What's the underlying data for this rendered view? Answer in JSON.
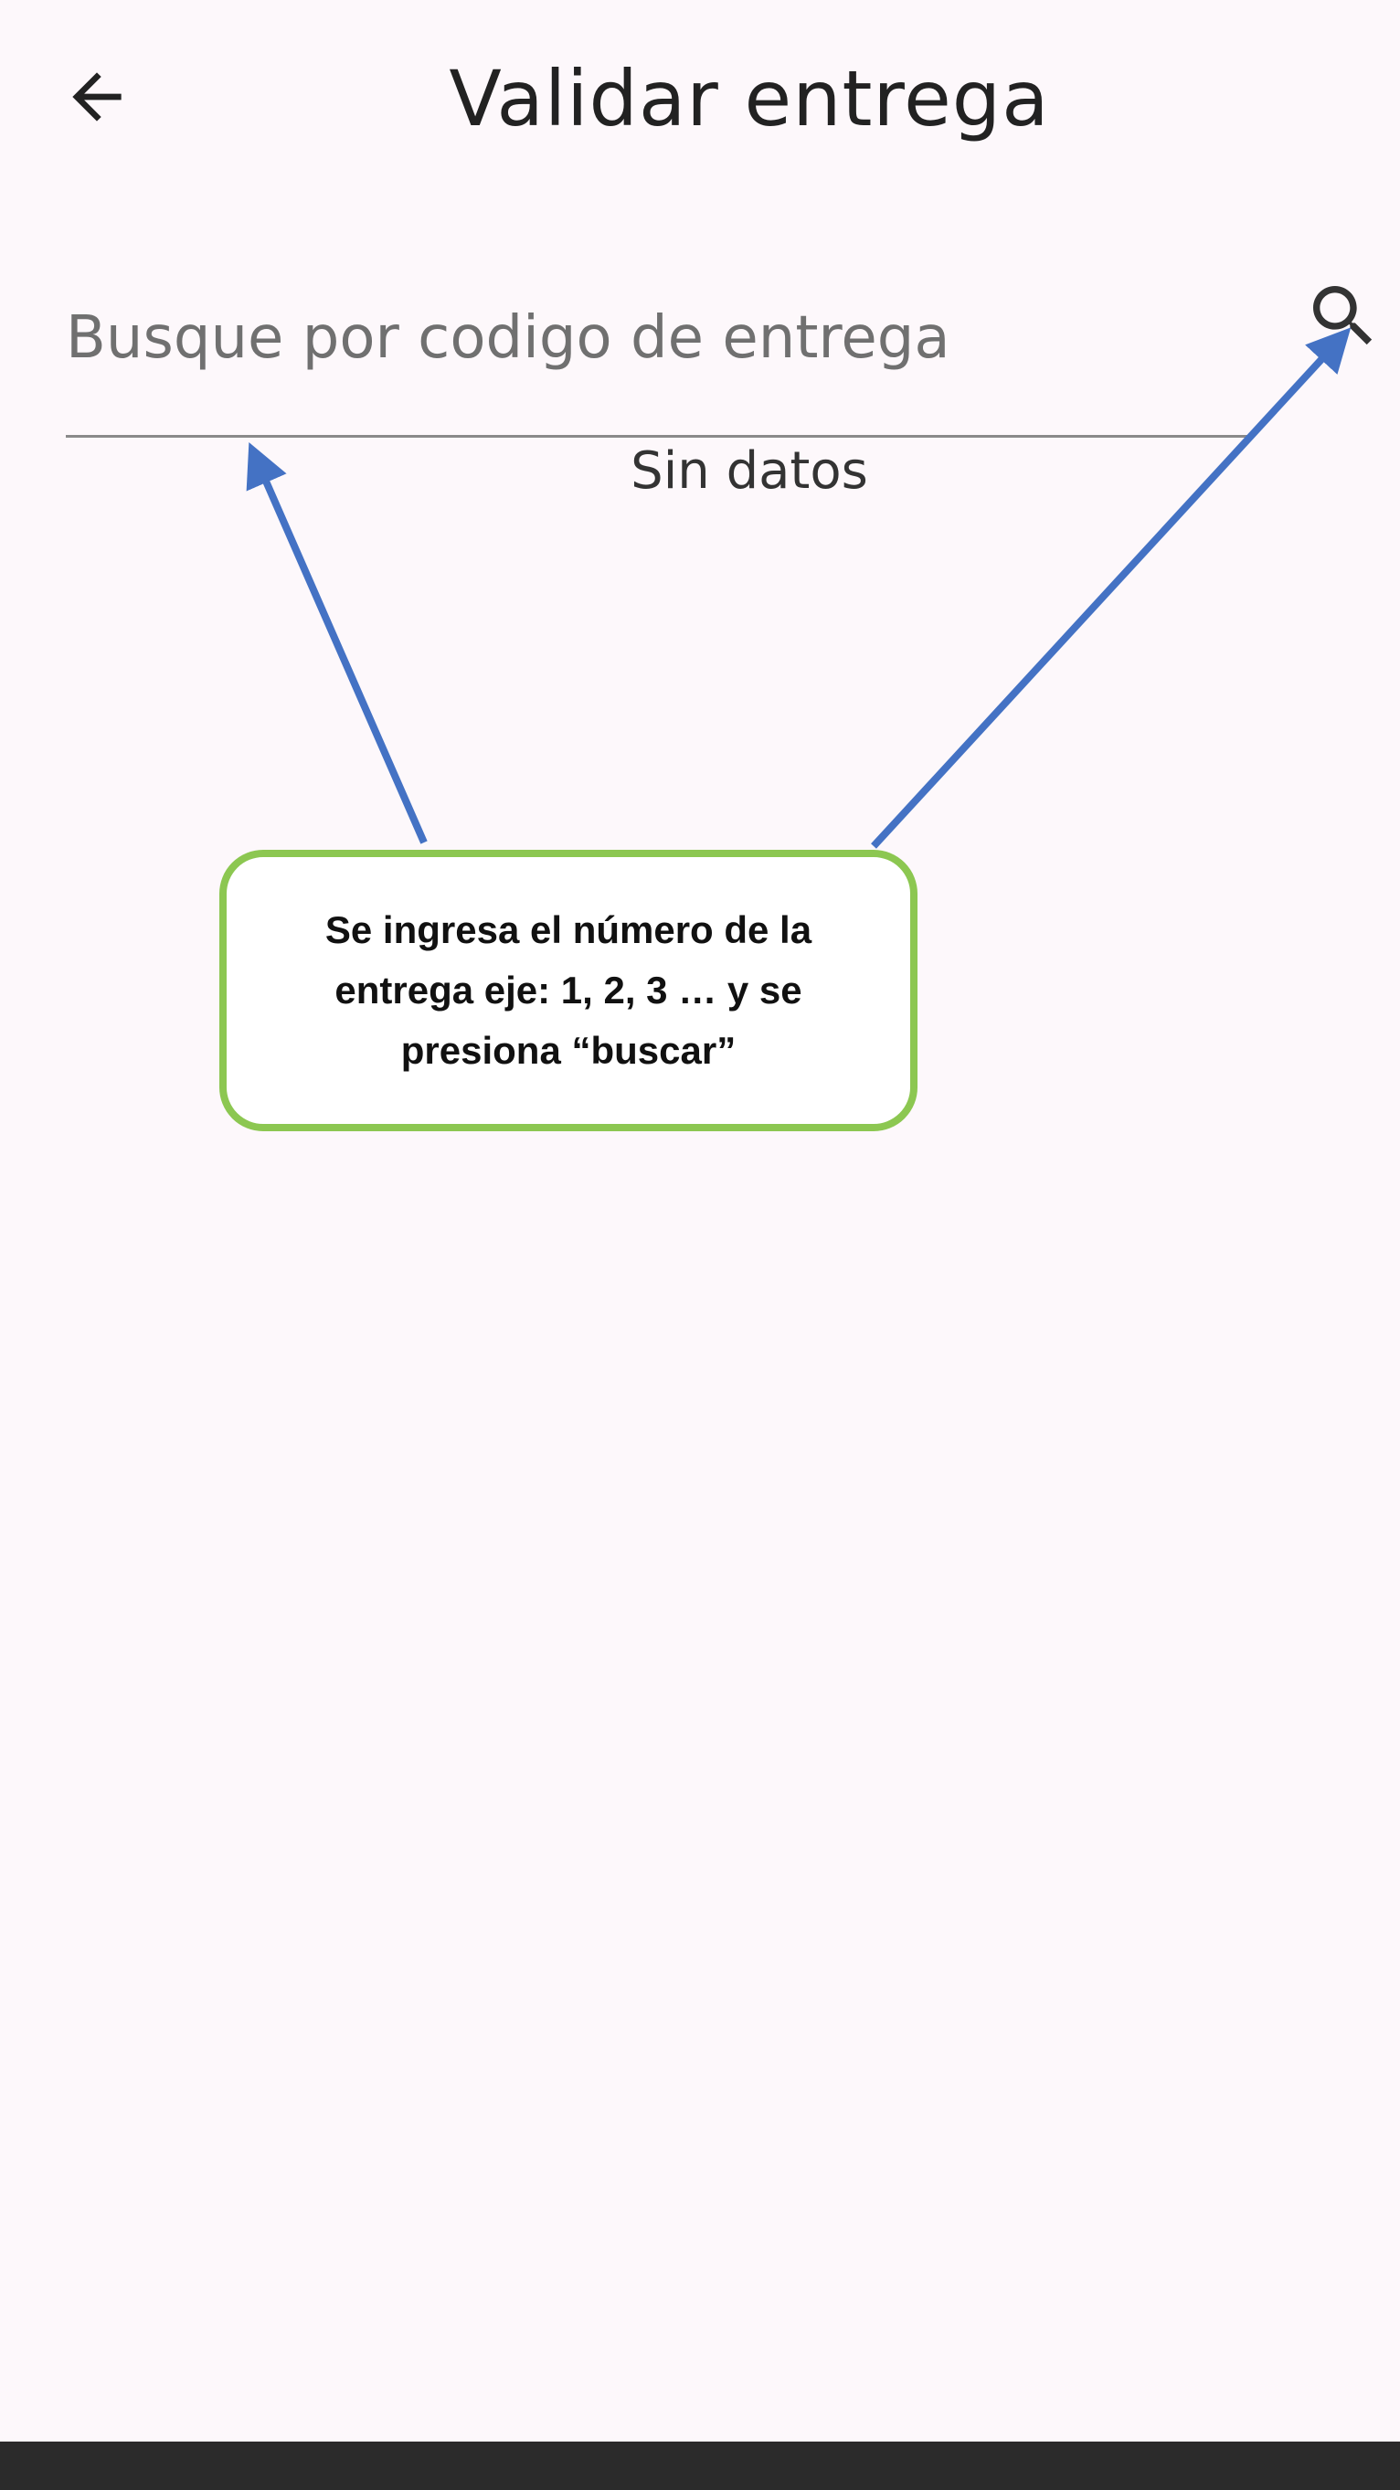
{
  "app_bar": {
    "back_icon": "arrow-left-icon",
    "title": "Validar entrega"
  },
  "search": {
    "placeholder": "Busque por codigo de entrega",
    "value": "",
    "search_icon": "search-icon"
  },
  "results": {
    "empty_text": "Sin datos"
  },
  "annotation": {
    "callout_text": "Se ingresa el número de la entrega  eje: 1, 2, 3 … y se presiona “buscar”",
    "border_color": "#8cc751",
    "arrow_color": "#4472c4"
  },
  "colors": {
    "background": "#fdf8fb",
    "title_text": "#222222",
    "placeholder_text": "#707070",
    "underline": "#8a8a8a",
    "navigation_bar": "#2b2b2b"
  }
}
